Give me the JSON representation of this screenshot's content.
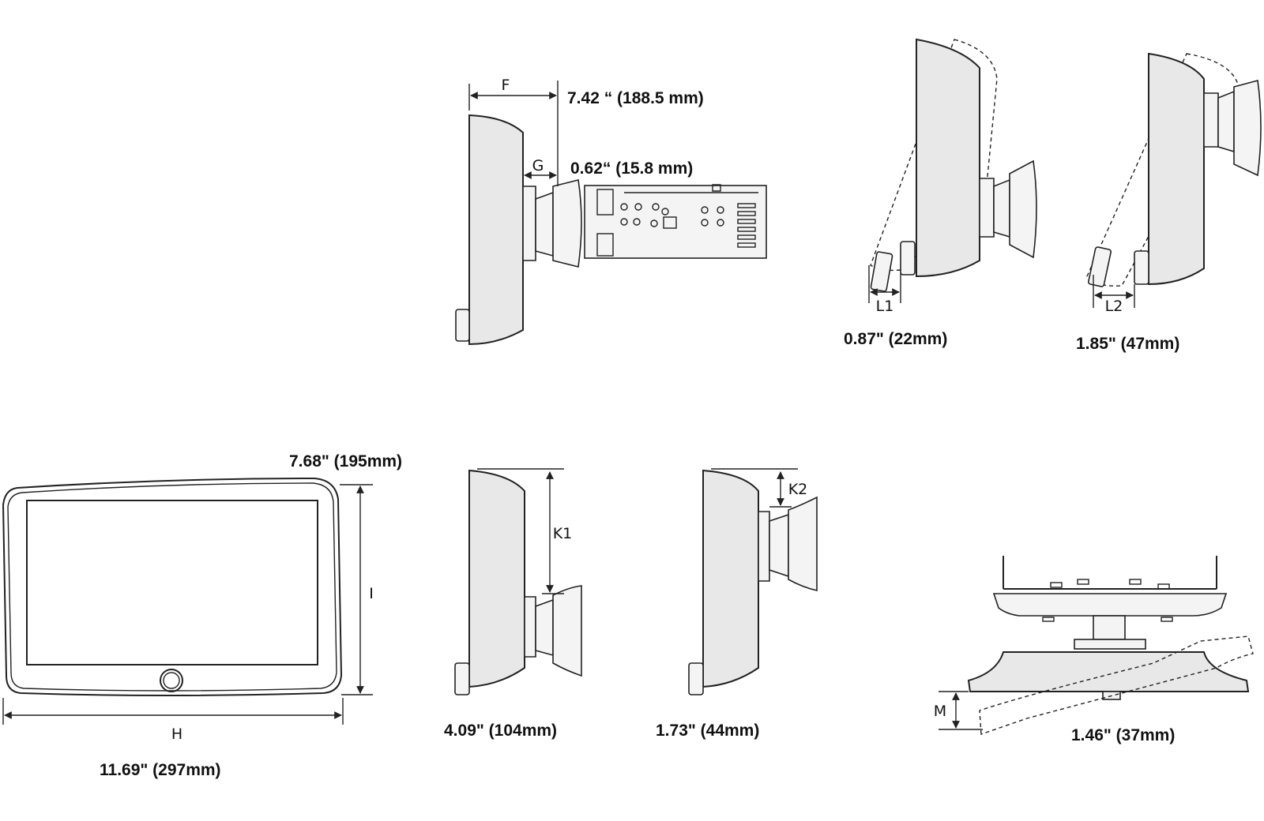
{
  "dimensions": {
    "F": {
      "letter": "F",
      "value": "7.42  “ (188.5 mm)"
    },
    "G": {
      "letter": "G",
      "value": "0.62“ (15.8 mm)"
    },
    "L1": {
      "letter": "L1",
      "value": "0.87\" (22mm)"
    },
    "L2": {
      "letter": "L2",
      "value": "1.85\" (47mm)"
    },
    "I": {
      "letter": "I",
      "value": "7.68\" (195mm)"
    },
    "H": {
      "letter": "H",
      "value": "11.69\" (297mm)"
    },
    "K1": {
      "letter": "K1",
      "value": "4.09\" (104mm)"
    },
    "K2": {
      "letter": "K2",
      "value": "1.73\" (44mm)"
    },
    "M": {
      "letter": "M",
      "value": "1.46\" (37mm)"
    }
  }
}
